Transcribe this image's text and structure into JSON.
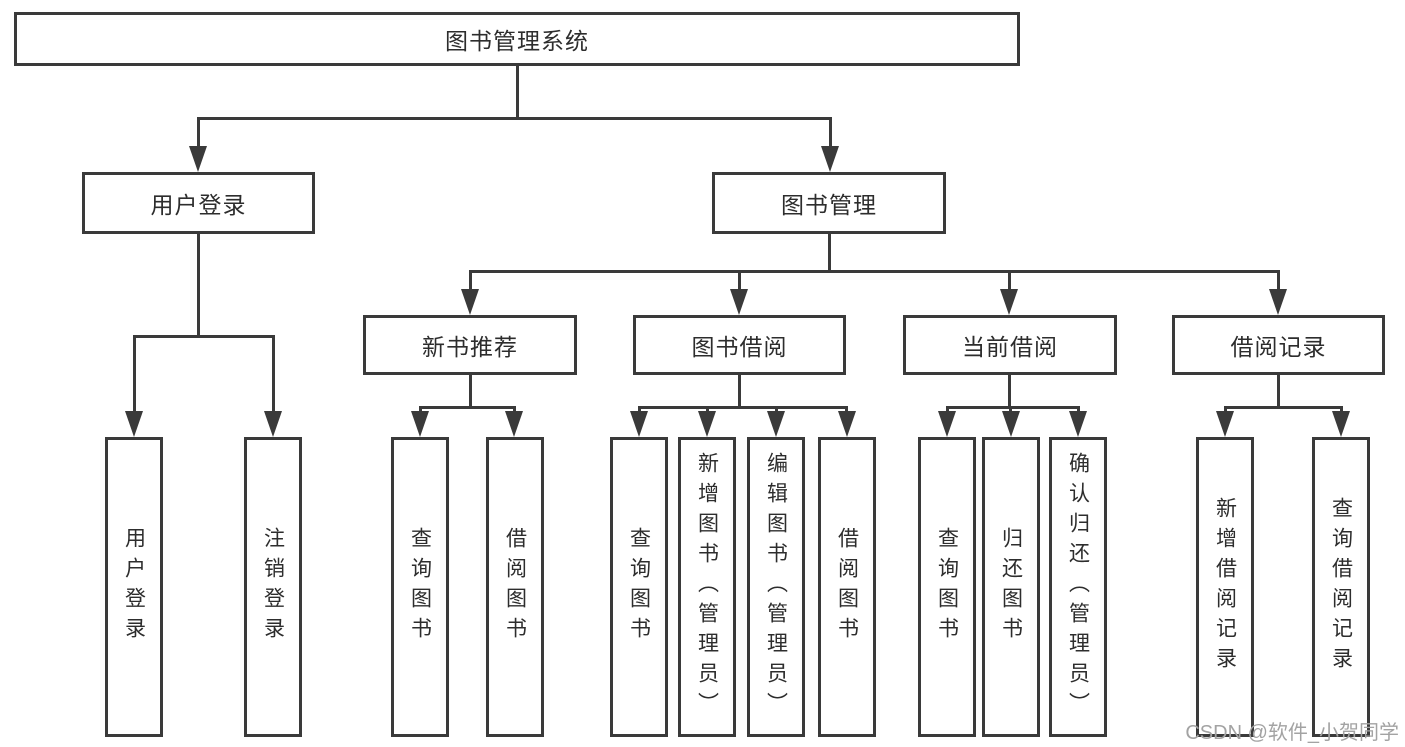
{
  "watermark": "CSDN @软件_小贺同学",
  "colors": {
    "line": "#3a3a3a",
    "text": "#2d2d2d",
    "watermark": "#a3a3a3",
    "bg": "#ffffff"
  },
  "tree": {
    "root": {
      "label": "图书管理系统",
      "children": [
        {
          "label": "用户登录",
          "children": [
            {
              "label": "用户登录"
            },
            {
              "label": "注销登录"
            }
          ]
        },
        {
          "label": "图书管理",
          "children": [
            {
              "label": "新书推荐",
              "children": [
                {
                  "label": "查询图书"
                },
                {
                  "label": "借阅图书"
                }
              ]
            },
            {
              "label": "图书借阅",
              "children": [
                {
                  "label": "查询图书"
                },
                {
                  "label": "新增图书（管理员）"
                },
                {
                  "label": "编辑图书（管理员）"
                },
                {
                  "label": "借阅图书"
                }
              ]
            },
            {
              "label": "当前借阅",
              "children": [
                {
                  "label": "查询图书"
                },
                {
                  "label": "归还图书"
                },
                {
                  "label": "确认归还（管理员）"
                }
              ]
            },
            {
              "label": "借阅记录",
              "children": [
                {
                  "label": "新增借阅记录"
                },
                {
                  "label": "查询借阅记录"
                }
              ]
            }
          ]
        }
      ]
    }
  }
}
